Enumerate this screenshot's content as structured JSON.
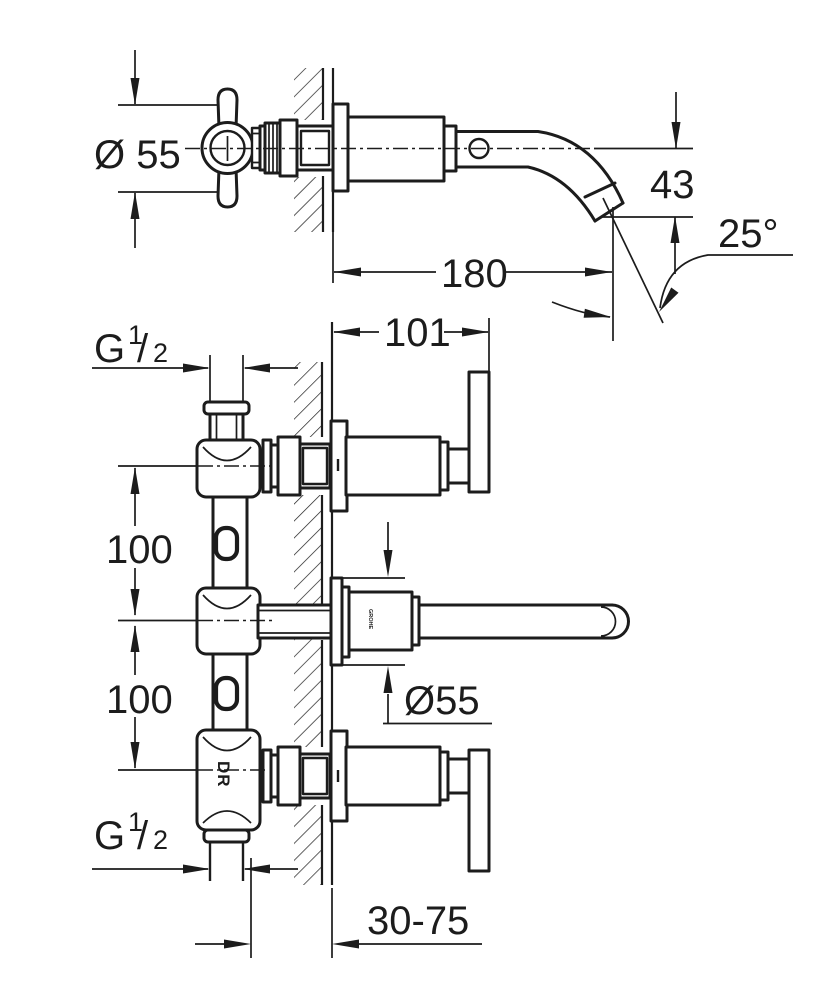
{
  "drawing": {
    "type": "technical-dimension-drawing",
    "line_color": "#1c1c1c",
    "background": "#ffffff",
    "views": {
      "side": {
        "labels": {
          "handle_diameter": "Ø 55",
          "spout_end_height": "43",
          "spout_angle": "25°",
          "spout_reach": "180"
        }
      },
      "front": {
        "labels": {
          "wall_to_lever": "101",
          "thread_top": {
            "prefix": "G",
            "numerator": "1",
            "slash": "/",
            "denominator": "2"
          },
          "spacing_upper": "100",
          "spacing_lower": "100",
          "escutcheon_diameter": "Ø55",
          "thread_bottom": {
            "prefix": "G",
            "numerator": "1",
            "slash": "/",
            "denominator": "2"
          },
          "embedment_depth_range": "30-75",
          "body_marking": "DR",
          "spout_logo": "GROHE"
        }
      }
    }
  }
}
